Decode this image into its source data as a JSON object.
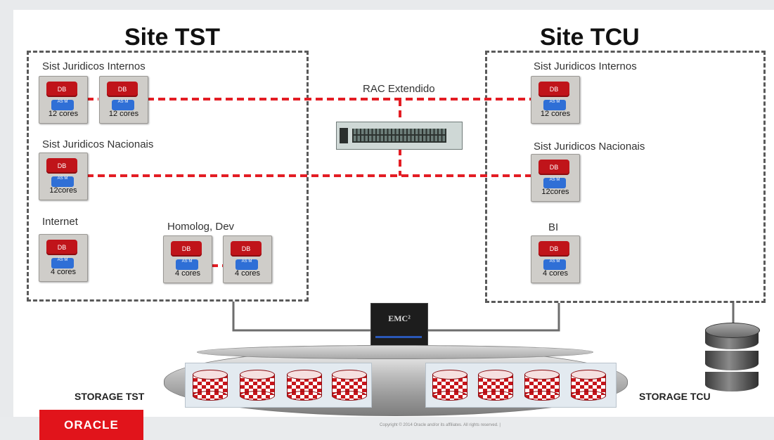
{
  "sites": {
    "tst": {
      "title": "Site TST",
      "storage_label": "STORAGE TST"
    },
    "tcu": {
      "title": "Site TCU",
      "storage_label": "STORAGE TCU"
    }
  },
  "groups": {
    "tst_internos": "Sist Juridicos Internos",
    "tst_nacionais": "Sist Juridicos Nacionais",
    "tst_internet": "Internet",
    "tst_homolog": "Homolog, Dev",
    "tcu_internos": "Sist Juridicos Internos",
    "tcu_nacionais": "Sist Juridicos Nacionais",
    "tcu_bi": "BI"
  },
  "server_labels": {
    "db": "DB",
    "asm": "AS M"
  },
  "servers": {
    "tst_int_1": "12 cores",
    "tst_int_2": "12 cores",
    "tst_nac_1": "12cores",
    "tst_internet": "4 cores",
    "tst_homolog_1": "4 cores",
    "tst_homolog_2": "4 cores",
    "tcu_int": "12 cores",
    "tcu_nac": "12cores",
    "tcu_bi": "4 cores"
  },
  "rac_label": "RAC Extendido",
  "emc_label": "EMC²",
  "oracle_logo": "ORACLE",
  "copyright": "Copyright © 2014 Oracle and/or its affiliates. All rights reserved. |",
  "colors": {
    "accent_red": "#e1141b",
    "db_red": "#c0141a",
    "asm_blue": "#2f6fd6",
    "link_red": "#e31d24"
  }
}
